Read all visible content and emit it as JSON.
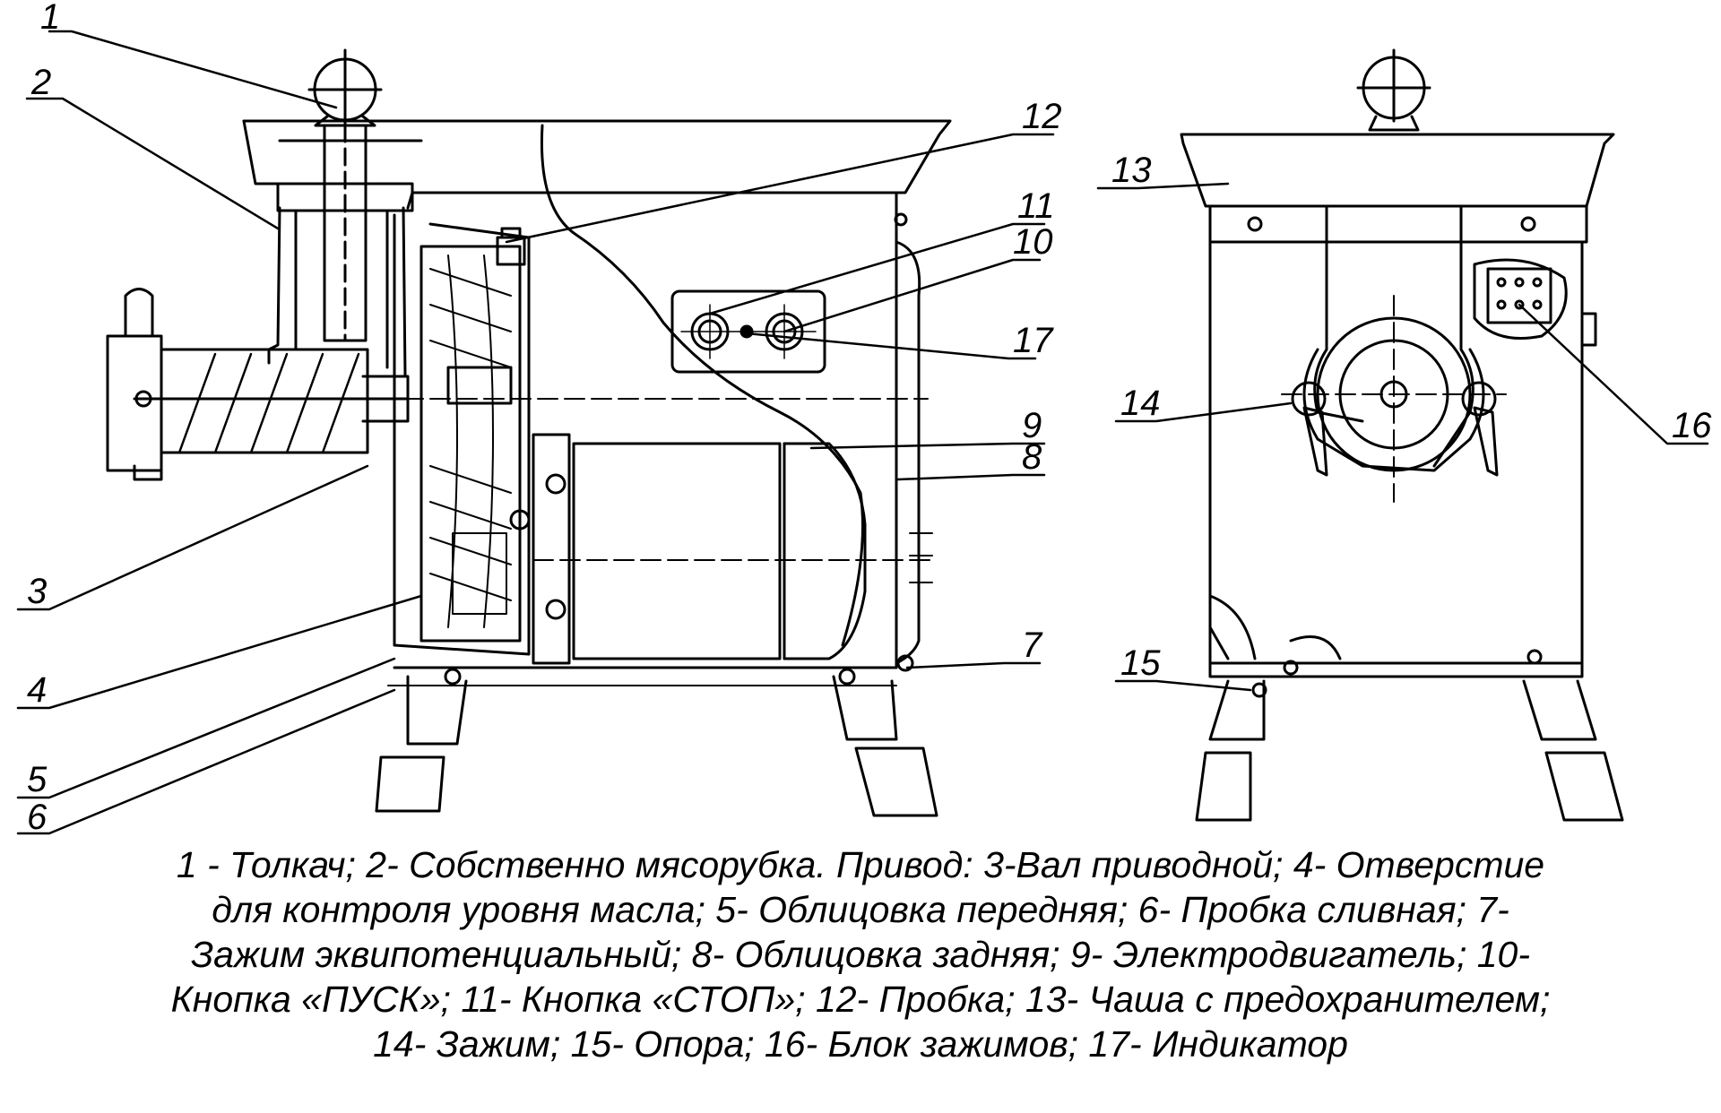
{
  "figure": {
    "callouts": {
      "c1": "1",
      "c2": "2",
      "c3": "3",
      "c4": "4",
      "c5": "5",
      "c6": "6",
      "c7": "7",
      "c8": "8",
      "c9": "9",
      "c10": "10",
      "c11": "11",
      "c12": "12",
      "c13": "13",
      "c14": "14",
      "c15": "15",
      "c16": "16",
      "c17": "17"
    },
    "caption_lines": [
      "1 - Толкач; 2- Собственно мясорубка. Привод: 3-Вал приводной; 4- Отверстие",
      "для контроля уровня масла; 5- Облицовка передняя; 6- Пробка сливная; 7-",
      "Зажим эквипотенциальный; 8- Облицовка задняя; 9- Электродвигатель; 10-",
      "Кнопка «ПУСК»; 11- Кнопка «СТОП»; 12- Пробка; 13- Чаша с предохранителем;",
      "14- Зажим; 15- Опора; 16- Блок зажимов; 17- Индикатор"
    ]
  }
}
